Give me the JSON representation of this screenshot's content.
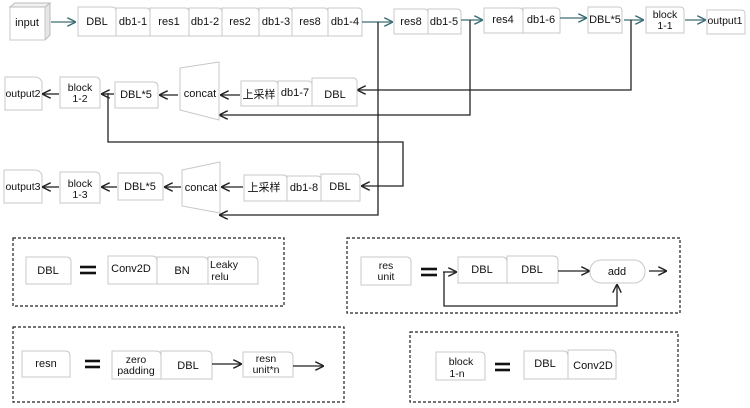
{
  "diagram": {
    "main_row": {
      "input": "input",
      "backbone": [
        "DBL",
        "db1-1",
        "res1",
        "db1-2",
        "res2",
        "db1-3",
        "res8",
        "db1-4"
      ],
      "mid1": [
        "res8",
        "db1-5"
      ],
      "mid2": [
        "res4",
        "db1-6"
      ],
      "dbl5": "DBL*5",
      "block": [
        "block",
        "1-1"
      ],
      "output": "output1"
    },
    "row2": {
      "output": "output2",
      "block": [
        "block",
        "1-2"
      ],
      "dbl5": "DBL*5",
      "concat": "concat",
      "chain": [
        "上采样",
        "db1-7",
        "DBL"
      ]
    },
    "row3": {
      "output": "output3",
      "block": [
        "block",
        "1-3"
      ],
      "dbl5": "DBL*5",
      "concat": "concat",
      "chain": [
        "上采样",
        "db1-8",
        "DBL"
      ]
    },
    "legend": {
      "dbl": {
        "term": "DBL",
        "parts": [
          "Conv2D",
          "BN",
          "Leaky",
          "relu"
        ]
      },
      "res_unit": {
        "term": [
          "res",
          "unit"
        ],
        "parts": [
          "DBL",
          "DBL"
        ],
        "op": "add"
      },
      "resn": {
        "term": "resn",
        "parts": [
          "zero",
          "padding",
          "DBL"
        ],
        "next": [
          "resn",
          "unit*n"
        ]
      },
      "block": {
        "term": [
          "block",
          "1-n"
        ],
        "parts": [
          "DBL",
          "Conv2D"
        ]
      }
    }
  }
}
